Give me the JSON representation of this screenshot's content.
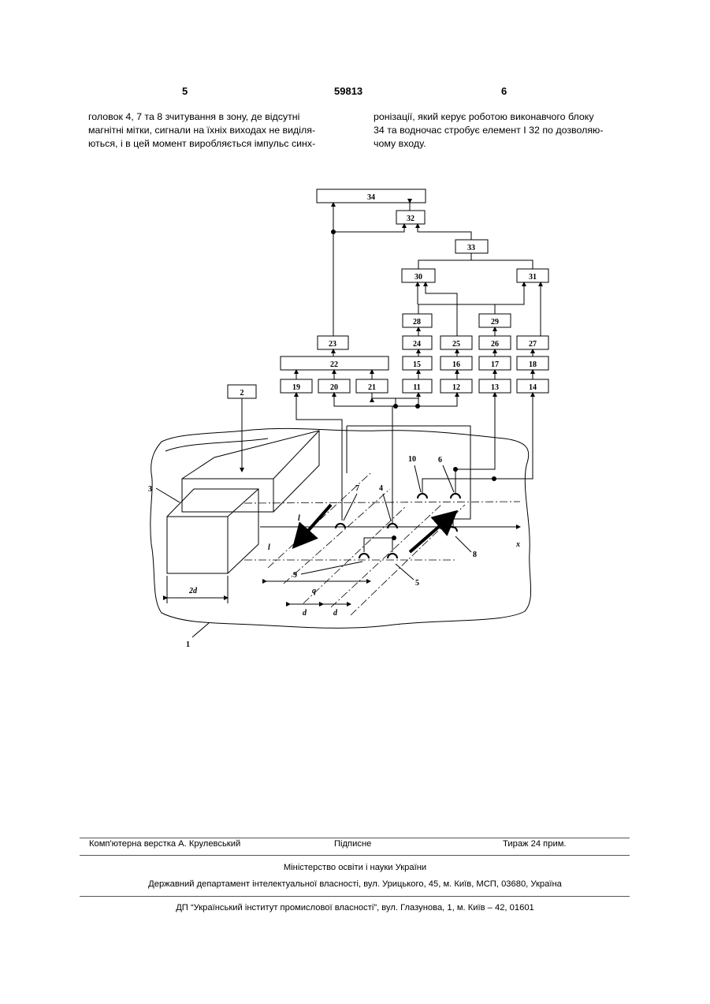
{
  "header": {
    "left_page": "5",
    "patent_number": "59813",
    "right_page": "6"
  },
  "text": {
    "left_lines": [
      "головок 4, 7 та 8 зчитування в зону, де відсутні",
      "магнітні мітки, сигнали на їхніх виходах не виділя-",
      "ються, і в цей момент виробляється імпульс синх-"
    ],
    "right_lines": [
      "ронізації, який керує роботою виконавчого блоку",
      "34 та водночас стробує елемент І 32 по дозволяю-",
      "чому входу."
    ]
  },
  "figure": {
    "blocks": {
      "b34": "34",
      "b32": "32",
      "b33": "33",
      "b30": "30",
      "b31": "31",
      "b28": "28",
      "b29": "29",
      "b23": "23",
      "b24": "24",
      "b25": "25",
      "b26": "26",
      "b27": "27",
      "b22": "22",
      "b15": "15",
      "b16": "16",
      "b17": "17",
      "b18": "18",
      "b19": "19",
      "b20": "20",
      "b21": "21",
      "b11": "11",
      "b12": "12",
      "b13": "13",
      "b14": "14",
      "b2": "2"
    },
    "labels": {
      "l1": "1",
      "l3": "3",
      "l4": "4",
      "l5": "5",
      "l6": "6",
      "l7": "7",
      "l8": "8",
      "l9": "9",
      "l10": "10",
      "dim_2d": "2d",
      "dim_l_upper": "l",
      "dim_l_lower": "l",
      "dim_q": "q",
      "dim_d_left": "d",
      "dim_d_right": "d",
      "axis_x": "x"
    }
  },
  "footer": {
    "layout": "Комп'ютерна верстка А. Крулевський",
    "signed": "Підписне",
    "circulation": "Тираж 24 прим.",
    "ministry": "Міністерство освіти і науки України",
    "department": "Державний департамент інтелектуальної власності, вул. Урицького, 45, м. Київ, МСП, 03680, Україна",
    "institute": "ДП “Український інститут промислової власності”, вул. Глазунова, 1, м. Київ – 42, 01601"
  }
}
